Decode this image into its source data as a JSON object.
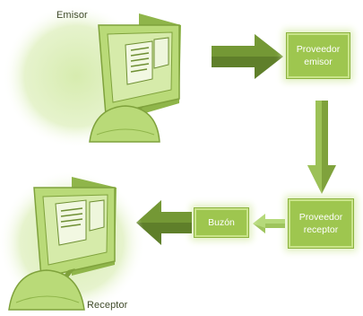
{
  "nodes": {
    "sender_label": "Emisor",
    "receiver_label": "Receptor",
    "sender_provider": {
      "line1": "Proveedor",
      "line2": "emisor"
    },
    "receiver_provider": {
      "line1": "Proveedor",
      "line2": "receptor"
    },
    "mailbox": "Buzón"
  },
  "colors": {
    "box_fill": "#9ec64f",
    "box_border": "#c9e48a",
    "arrow_dark": "#5f7f2a",
    "arrow_light": "#a8cf62",
    "glow": "#dcefb8",
    "computer_body": "#b9da78",
    "computer_shade": "#8fb54a"
  },
  "icons": [
    "computer-icon",
    "arrow-right-icon",
    "arrow-down-icon",
    "arrow-left-icon"
  ]
}
